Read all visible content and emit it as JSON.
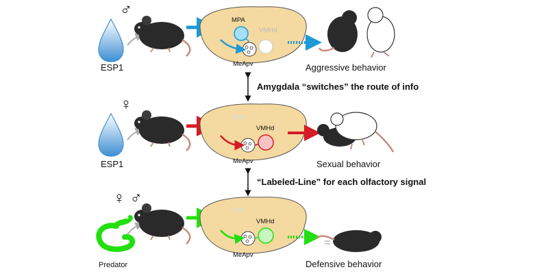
{
  "rows": [
    {
      "symbol": "♂",
      "stimulus": "ESP1",
      "nucleus_top": "MPA",
      "nucleus_side": "VMHd",
      "region": "MeApv",
      "behavior": "Aggressive behavior",
      "color": "#1e9ad6"
    },
    {
      "symbol": "♀",
      "stimulus": "ESP1",
      "nucleus_top": "MPA",
      "nucleus_side": "VMHd",
      "region": "MeApv",
      "behavior": "Sexual behavior",
      "color": "#d61c24"
    },
    {
      "symbol": "♀ ♂",
      "stimulus": "Predator",
      "nucleus_top": "MPA",
      "nucleus_side": "VMHd",
      "region": "MeApv",
      "behavior": "Defensive behavior",
      "color": "#22e00f"
    }
  ],
  "notes": [
    "Amygdala “switches” the route of info",
    "“Labeled-Line” for each olfactory signal"
  ]
}
